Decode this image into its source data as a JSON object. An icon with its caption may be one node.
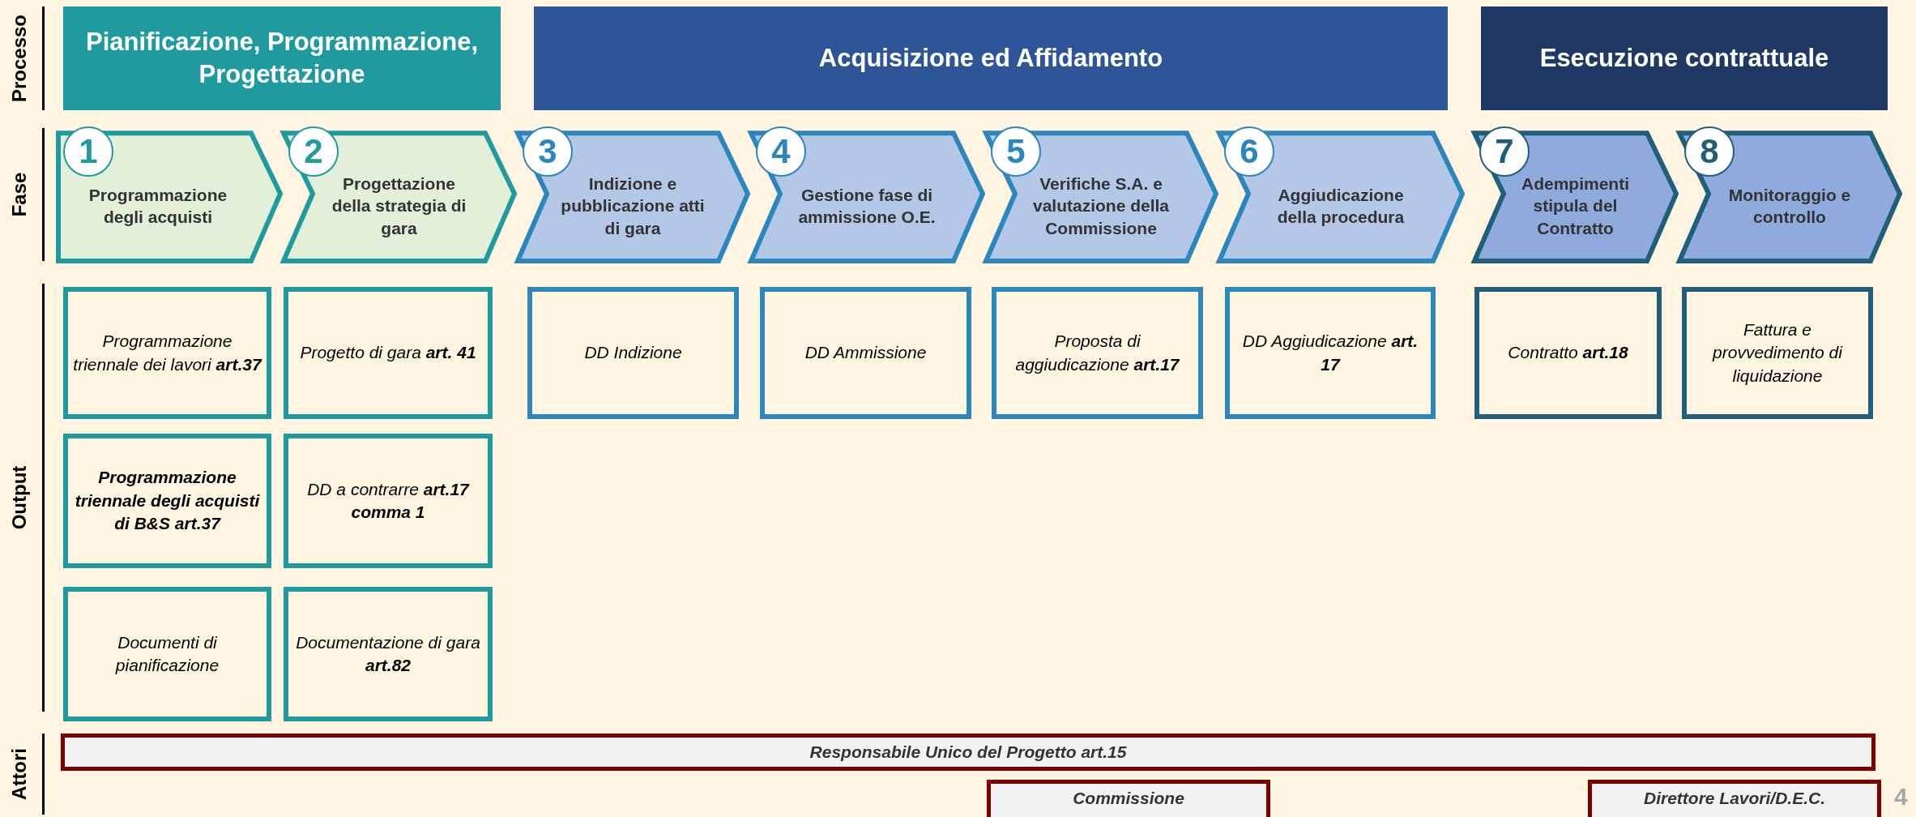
{
  "diagram": {
    "nodes": [
      {
        "text": [
          "Pianificazione, Programmazione, Progettazione"
        ]
      },
      {
        "text": [
          "Acquisizione ed Affidamento"
        ]
      },
      {
        "text": [
          "Esecuzione contrattuale"
        ]
      },
      {
        "text": [
          "1",
          "Programmazione degli acquisti"
        ]
      },
      {
        "text": [
          "2",
          "Progettazione della strategia di gara"
        ]
      },
      {
        "text": [
          "3",
          "Indizione e pubblicazione atti di gara"
        ]
      },
      {
        "text": [
          "4",
          "Gestione fase di ammissione O.E."
        ]
      },
      {
        "text": [
          "5",
          "Verifiche S.A. e valutazione della Commissione"
        ]
      },
      {
        "text": [
          "6",
          "Aggiudicazione della procedura"
        ]
      },
      {
        "text": [
          "7",
          "Adempimenti stipula del Contratto"
        ]
      },
      {
        "text": [
          "8",
          "Monitoraggio e controllo"
        ]
      },
      {
        "text": [
          "Programmazione triennale dei lavori **art.37**"
        ]
      },
      {
        "text": [
          "Progetto di gara **art. 41**"
        ]
      },
      {
        "text": [
          "DD Indizione"
        ]
      },
      {
        "text": [
          "DD Ammissione"
        ]
      },
      {
        "text": [
          "Proposta di aggiudicazione **art.17**"
        ]
      },
      {
        "text": [
          "DD Aggiudicazione **art. 17**"
        ]
      },
      {
        "text": [
          "Contratto **art.18**"
        ]
      },
      {
        "text": [
          "Fattura e provvedimento di liquidazione"
        ]
      },
      {
        "text": [
          "Programmazione triennale degli acquisti di B&S art.37"
        ]
      },
      {
        "text": [
          "DD a contrarre **art.17 comma 1**"
        ]
      },
      {
        "text": [
          "Documenti di pianificazione"
        ]
      },
      {
        "text": [
          "Documentazione di gara **art.82**"
        ]
      },
      {
        "text": [
          "Responsabile Unico del Progetto art.15"
        ]
      },
      {
        "text": [
          "Commissione"
        ]
      },
      {
        "text": [
          "Direttore Lavori/D.E.C."
        ]
      }
    ],
    "labels": [
      "Processo",
      "Fase",
      "Output",
      "Attori",
      "4"
    ]
  }
}
